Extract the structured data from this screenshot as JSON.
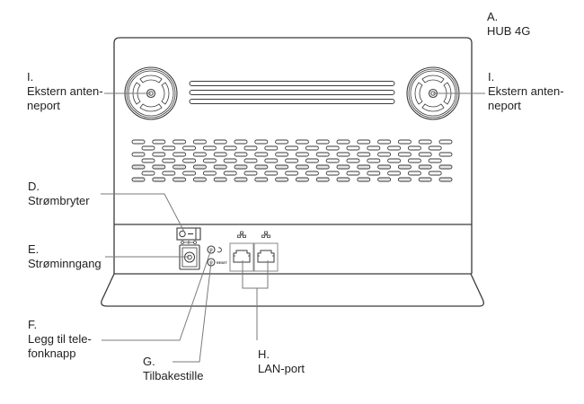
{
  "diagram": {
    "title": "HUB 4G rear panel",
    "colors": {
      "outline": "#3a3a3a",
      "leader": "#7a7a7a",
      "text": "#222222",
      "background": "#ffffff"
    },
    "labels": {
      "device": {
        "letter": "A.",
        "text": "HUB 4G"
      },
      "antenna_left": {
        "letter": "I.",
        "line1": "Ekstern anten-",
        "line2": "neport"
      },
      "antenna_right": {
        "letter": "I.",
        "line1": "Ekstern anten-",
        "line2": "neport"
      },
      "power_switch": {
        "letter": "D.",
        "text": "Strømbryter"
      },
      "power_input": {
        "letter": "E.",
        "text": "Strøminngang"
      },
      "phone_button": {
        "letter": "F.",
        "line1": "Legg til tele-",
        "line2": "fonknapp"
      },
      "reset": {
        "letter": "G.",
        "text": "Tilbakestille"
      },
      "lan": {
        "letter": "H.",
        "text": "LAN-port"
      }
    },
    "panel_text": {
      "reset_marking": "RESET"
    },
    "lan_port_count": 2,
    "vent_rows": 7
  }
}
